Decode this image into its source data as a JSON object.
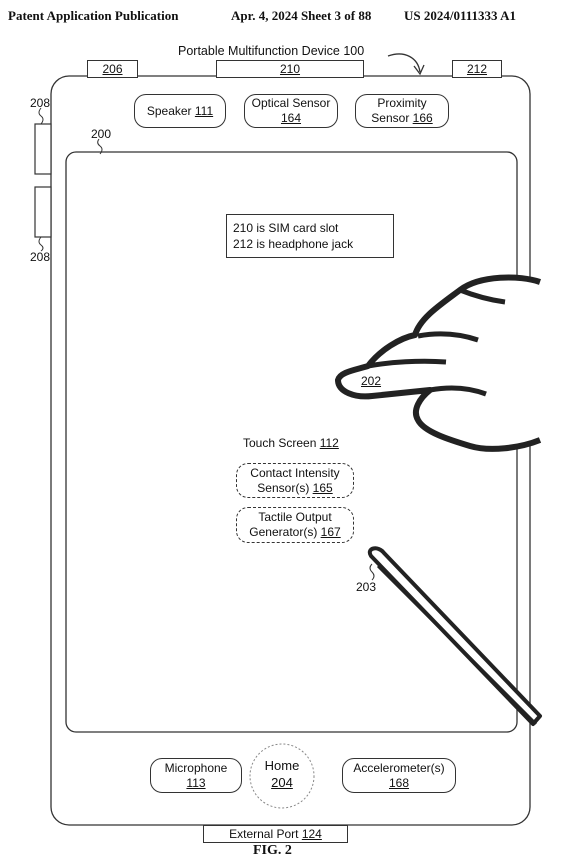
{
  "header": {
    "left": "Patent Application Publication",
    "middle": "Apr. 4, 2024   Sheet 3 of 88",
    "right": "US 2024/0111333 A1"
  },
  "device": {
    "title": "Portable Multifunction Device 100",
    "ports_top": [
      "206",
      "210",
      "212"
    ],
    "side_button_label": "208",
    "screen_label": "200",
    "external_port": {
      "text": "External Port ",
      "ref": "124"
    }
  },
  "sensors_top": [
    {
      "line1": "Speaker ",
      "ref": "111"
    },
    {
      "line1": "Optical Sensor",
      "ref": "164"
    },
    {
      "line1": "Proximity",
      "line2": "Sensor ",
      "ref": "166"
    }
  ],
  "note": {
    "line1": "210 is SIM card slot",
    "line2": "212 is headphone jack"
  },
  "touch": {
    "finger_ref": "202",
    "stylus_ref": "203",
    "screen_text": "Touch Screen ",
    "screen_ref": "112",
    "contact": {
      "line1": "Contact Intensity",
      "line2": "Sensor(s) ",
      "ref": "165"
    },
    "tactile": {
      "line1": "Tactile Output",
      "line2": "Generator(s) ",
      "ref": "167"
    }
  },
  "bottom": {
    "microphone": {
      "label": "Microphone",
      "ref": "113"
    },
    "home": {
      "label": "Home",
      "ref": "204"
    },
    "accelerometer": {
      "label": "Accelerometer(s)",
      "ref": "168"
    }
  },
  "figure": "FIG. 2"
}
